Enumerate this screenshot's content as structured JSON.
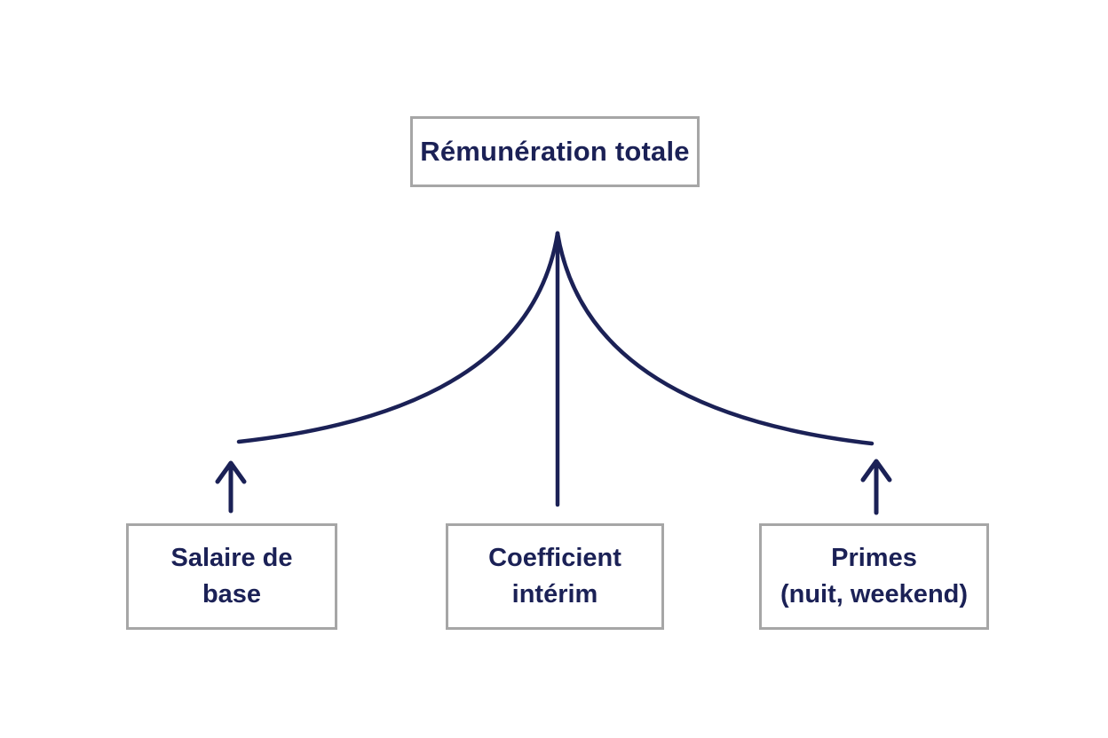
{
  "colors": {
    "background": "#ffffff",
    "line": "#1b2156",
    "text": "#1b2156",
    "box-border": "#a6a6a6",
    "box-fill": "#ffffff"
  },
  "diagram": {
    "root": {
      "label": "Rémunération totale"
    },
    "children": [
      {
        "id": "salaire-de-base",
        "lines": [
          "Salaire de",
          "base"
        ]
      },
      {
        "id": "coefficient-interim",
        "lines": [
          "Coefficient",
          "intérim"
        ]
      },
      {
        "id": "primes",
        "lines": [
          "Primes",
          "(nuit, weekend)"
        ]
      }
    ],
    "icons": {
      "left_arrow": "arrow-up-icon",
      "right_arrow": "arrow-up-icon"
    }
  }
}
